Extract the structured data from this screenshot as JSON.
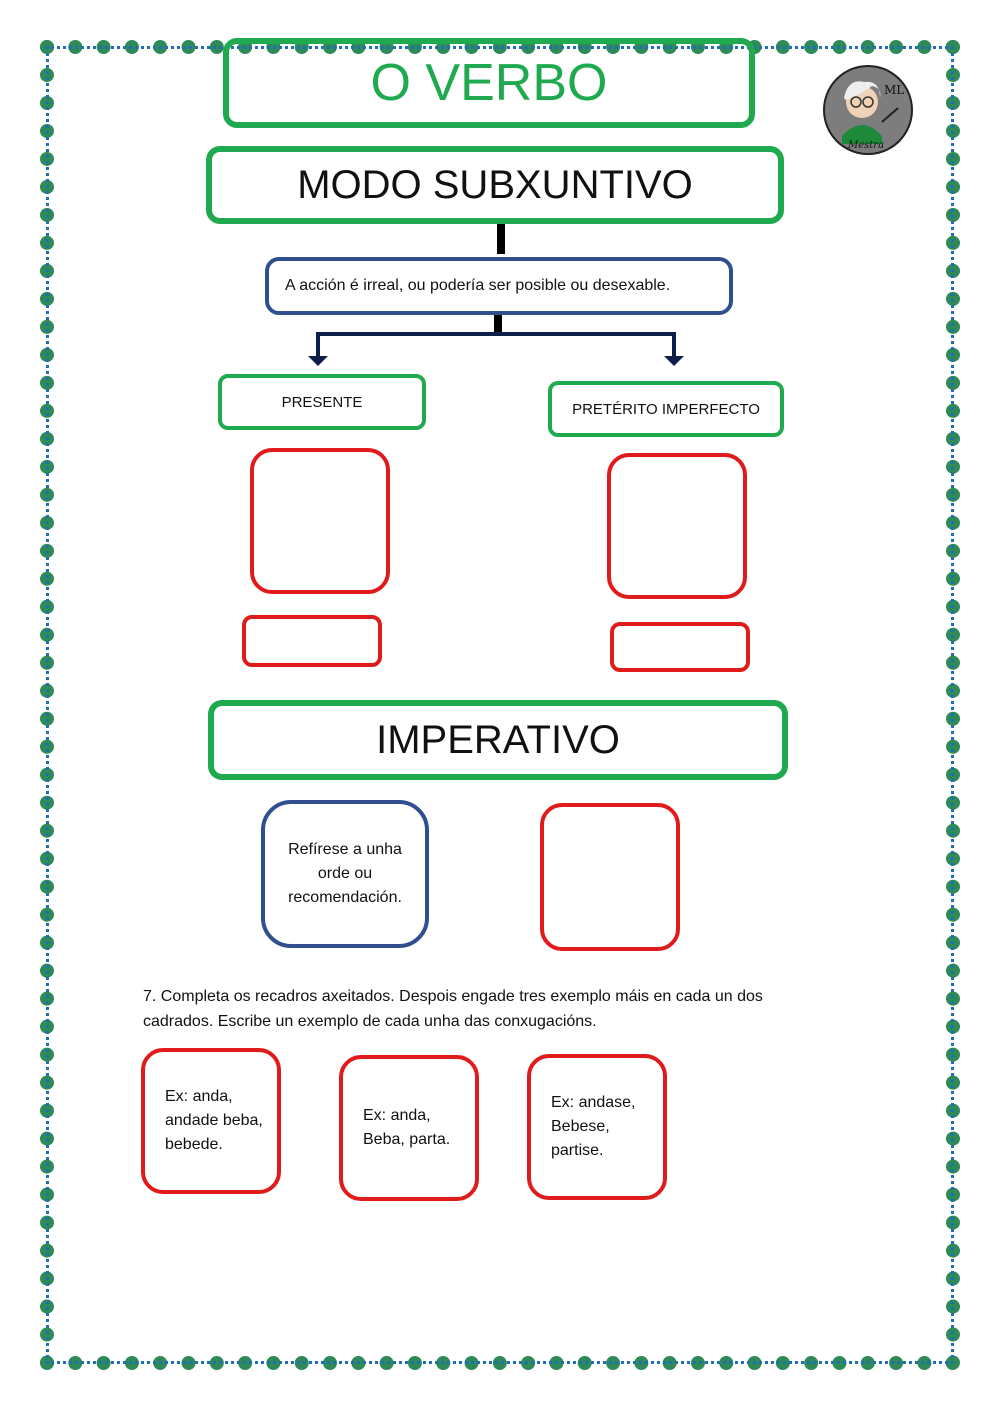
{
  "title": "O VERBO",
  "logo": {
    "icon": "teacher-avatar-icon",
    "initials": "ML",
    "caption": "Mestra"
  },
  "subjunctive": {
    "heading": "MODO SUBXUNTIVO",
    "definition": "A acción é irreal, ou podería ser posible ou desexable.",
    "present_label": "PRESENTE",
    "imperfect_label": "PRETÉRITO IMPERFECTO"
  },
  "imperative": {
    "heading": "IMPERATIVO",
    "definition": "Refírese a unha orde ou recomendación."
  },
  "exercise": {
    "instruction": "7. Completa os recadros axeitados. Despois engade tres exemplo máis en cada un dos cadrados. Escribe un exemplo de cada unha das conxugacións.",
    "examples": [
      "Ex: anda, andade beba, bebede.",
      "Ex: anda, Beba, parta.",
      "Ex: andase, Bebese, partise."
    ]
  },
  "colors": {
    "green": "#1faa4f",
    "blue": "#2f4f8f",
    "red": "#e01b1b",
    "border_dots": "#2e8b57"
  }
}
